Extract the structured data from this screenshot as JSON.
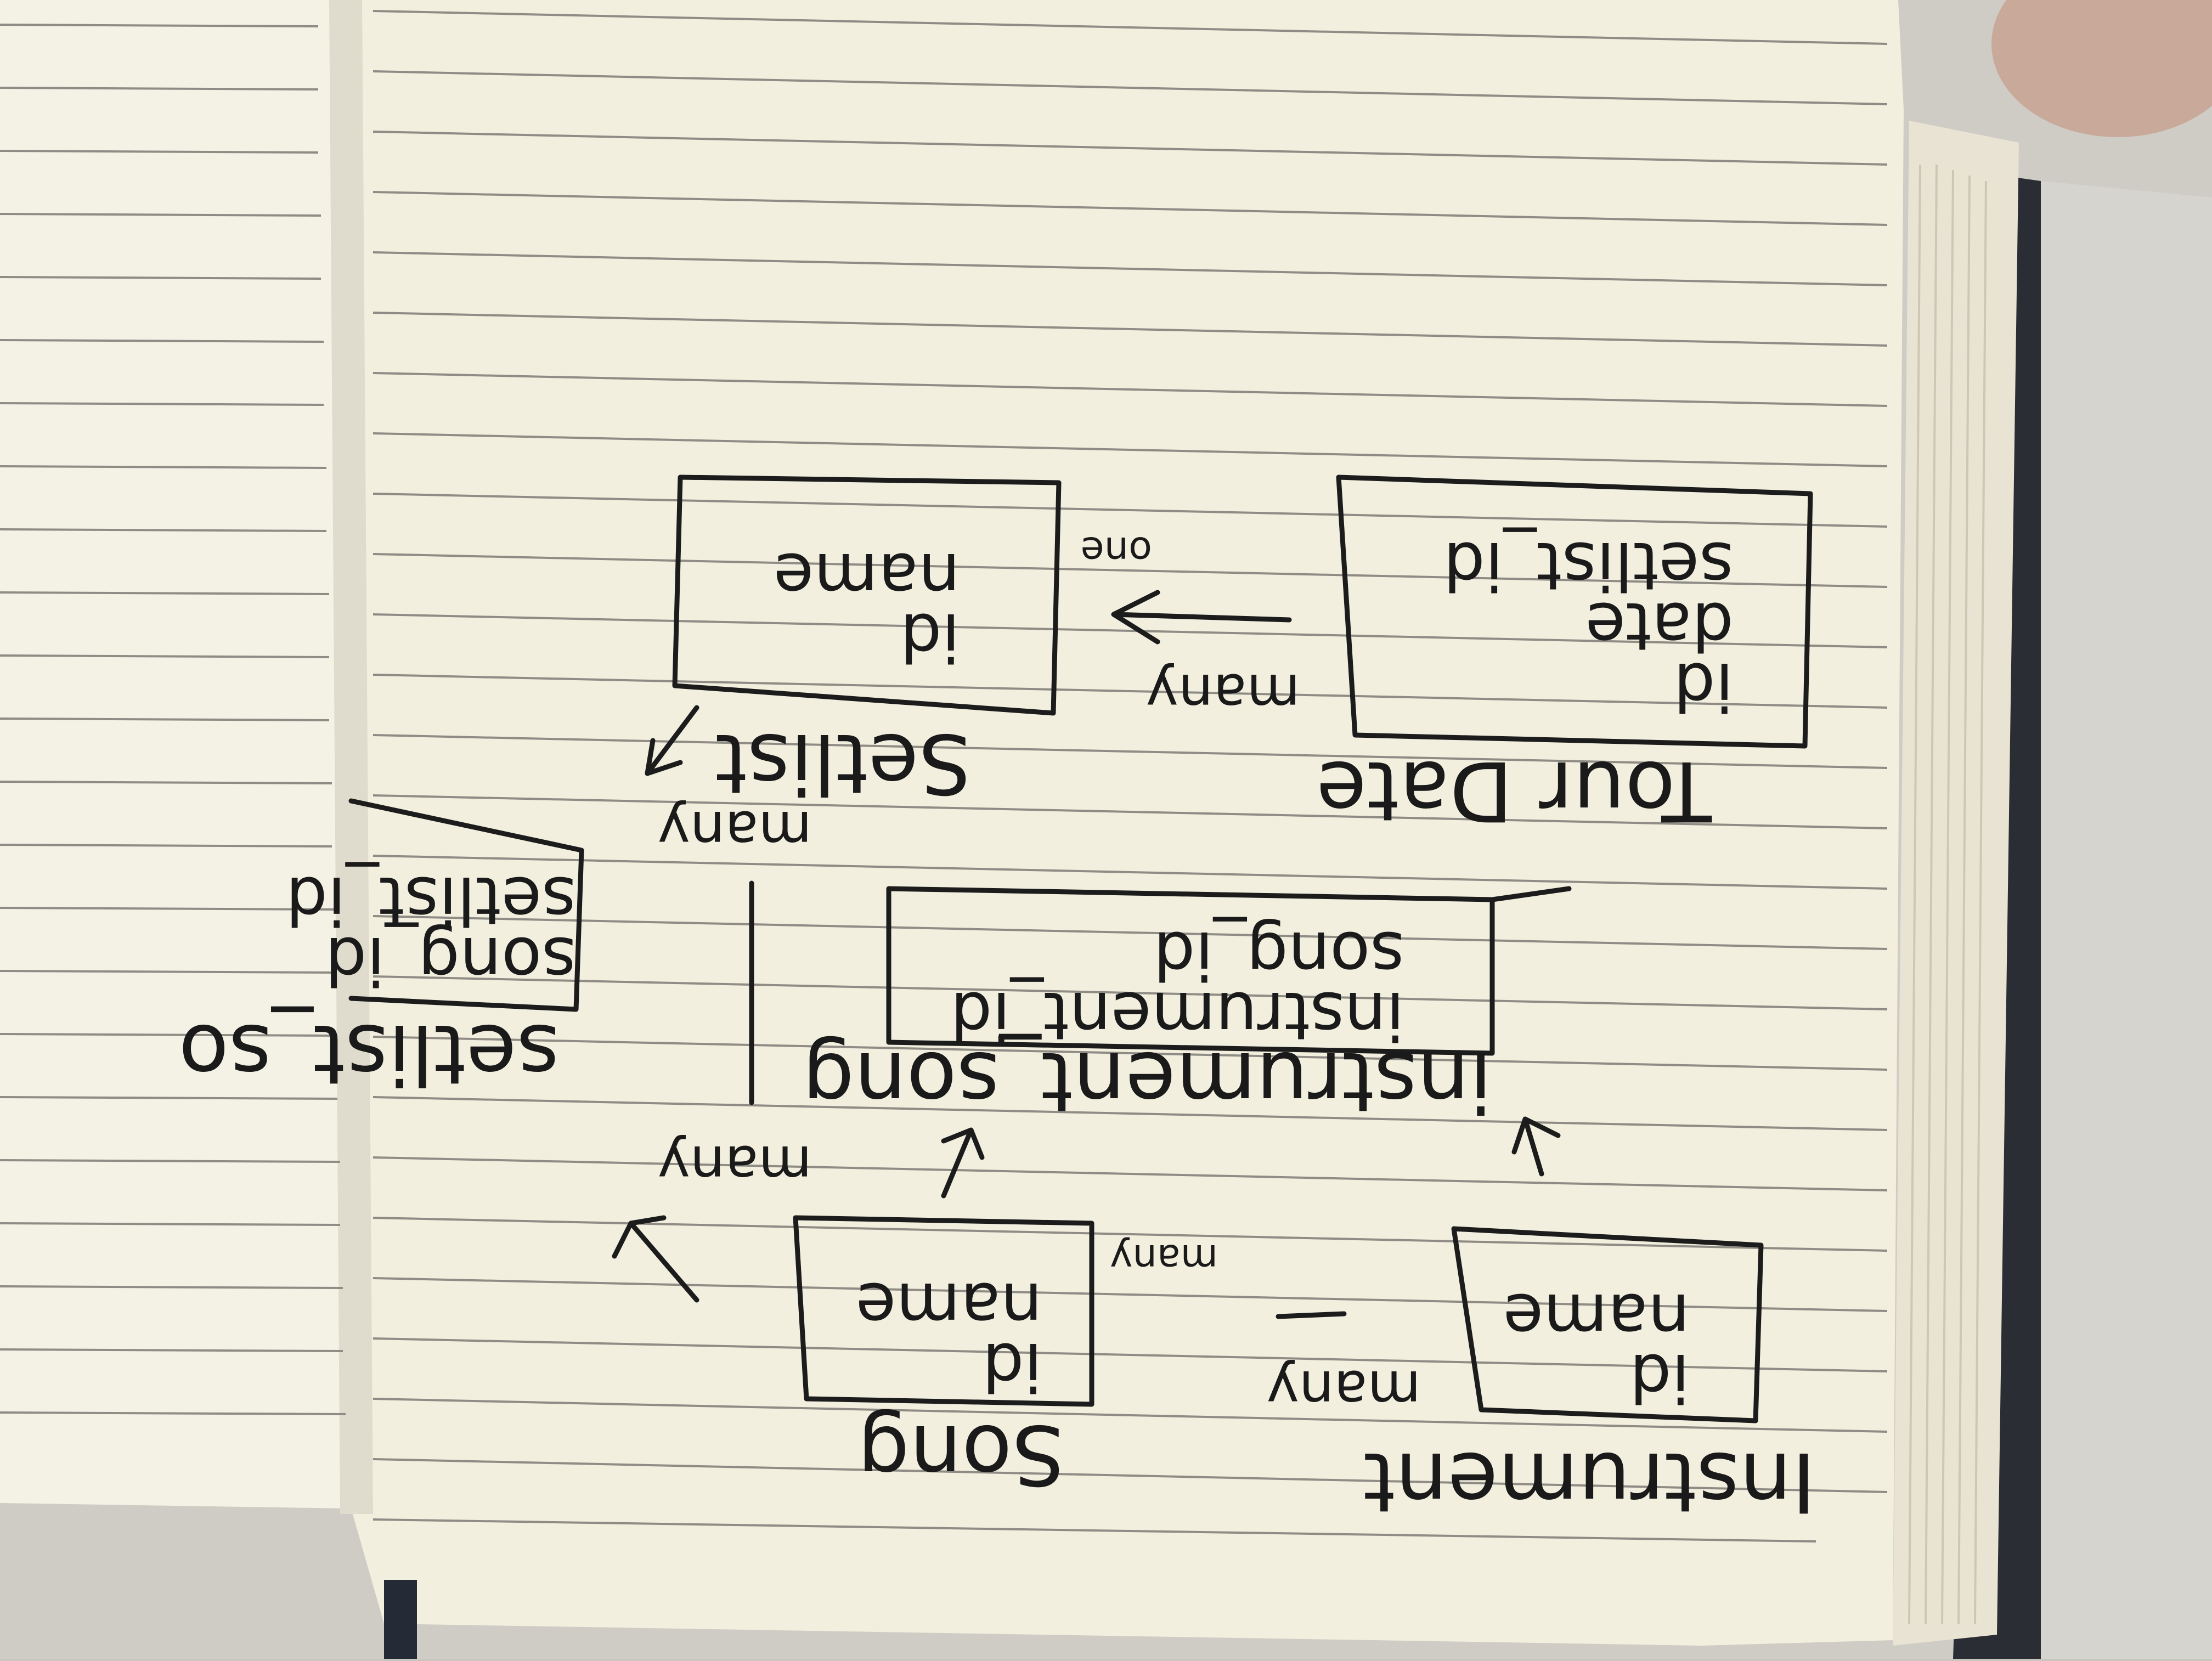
{
  "photo": {
    "subject": "handwritten-entity-relationship-sketch",
    "orientation_note": "upside-down"
  },
  "entities": {
    "instrument": {
      "title": "Instrument",
      "fields": [
        "id",
        "name"
      ]
    },
    "song": {
      "title": "Song",
      "fields": [
        "id",
        "name"
      ]
    },
    "instrument_song": {
      "title": "instrument_song",
      "fields": [
        "instrument_id",
        "song_id"
      ]
    },
    "tour_date": {
      "title": "Tour Date",
      "fields": [
        "id",
        "date",
        "setlist_id"
      ]
    },
    "setlist": {
      "title": "Setlist",
      "fields": [
        "id",
        "name"
      ]
    },
    "setlist_song": {
      "title": "setlist_so",
      "fields": [
        "song_id",
        "setlist_id"
      ]
    }
  },
  "relations": {
    "instrument_many": "many",
    "song_many": "many",
    "song_to_isong_many": "many",
    "setlist_many": "many",
    "tour_many": "many",
    "tour_one": "one"
  },
  "colors": {
    "paper": "#f2efdf",
    "paper_left": "#f4f1e5",
    "ink": "#1c1c1c",
    "background": "#c9c6bf",
    "notebook_edge": "#2a2d33"
  }
}
